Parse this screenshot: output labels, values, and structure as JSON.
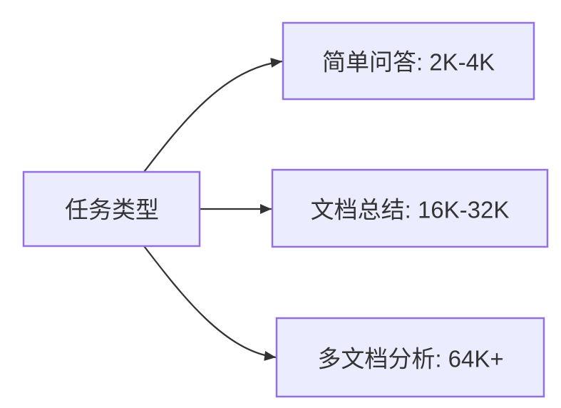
{
  "diagram": {
    "type": "flowchart-LR",
    "nodes": [
      {
        "id": "root",
        "label": "任务类型"
      },
      {
        "id": "simple-qa",
        "label": "简单问答: 2K-4K"
      },
      {
        "id": "doc-summary",
        "label": "文档总结: 16K-32K"
      },
      {
        "id": "multi-doc",
        "label": "多文档分析: 64K+"
      }
    ],
    "edges": [
      {
        "from": "root",
        "to": "simple-qa"
      },
      {
        "from": "root",
        "to": "doc-summary"
      },
      {
        "from": "root",
        "to": "multi-doc"
      }
    ],
    "colors": {
      "node_fill": "#ECECFF",
      "node_border": "#9370DB",
      "edge": "#333333",
      "text": "#333333",
      "background": "#FFFFFF"
    }
  }
}
